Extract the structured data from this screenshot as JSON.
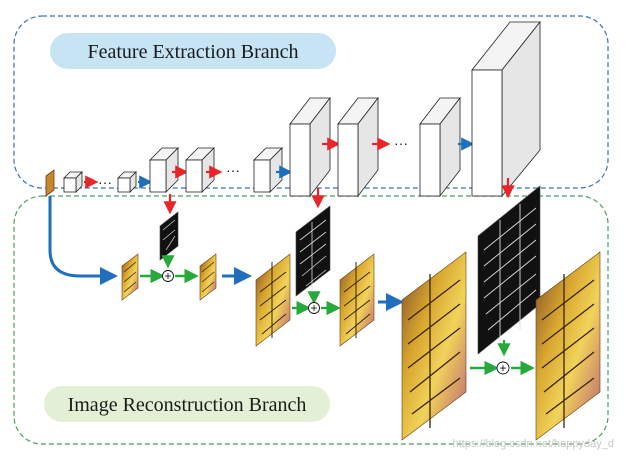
{
  "branches": {
    "feature_extraction": "Feature Extraction Branch",
    "image_reconstruction": "Image Reconstruction Branch"
  },
  "symbols": {
    "ellipsis": "···",
    "plus": "+"
  },
  "watermark": "https://blog.csdn.net/happyday_d",
  "colors": {
    "feature_box_border": "#3a73b5",
    "recon_box_border": "#4aa35a",
    "feature_pill": "#c6e4f3",
    "recon_pill": "#e3f0d5",
    "red_arrow": "#e8262a",
    "blue_arrow": "#1f6fbd",
    "green_arrow": "#27a83a",
    "conv_face": "#ffffff",
    "conv_side": "#e6e6e6"
  },
  "icons": [
    "red-arrow-icon",
    "blue-arrow-icon",
    "green-arrow-icon",
    "plus-circle-icon",
    "butterfly-image-icon",
    "edge-map-icon",
    "conv-block-icon"
  ]
}
